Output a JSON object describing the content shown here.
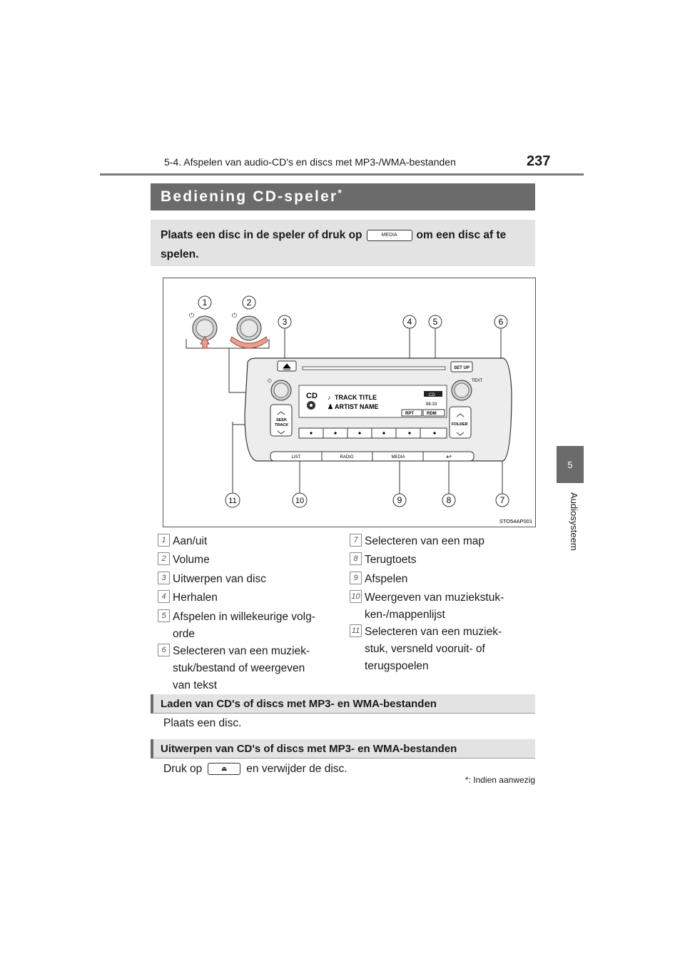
{
  "header": {
    "chapter": "5-4. Afspelen van audio-CD's en discs met MP3-/WMA-bestanden",
    "page_number": "237"
  },
  "side_tab": {
    "number": "5",
    "label": "Audiosysteem"
  },
  "title": {
    "text": "Bediening CD-speler",
    "star": "*"
  },
  "intro": {
    "before": "Plaats een disc in de speler of druk op",
    "key": "MEDIA",
    "after": "om een disc af te",
    "line2": "spelen."
  },
  "figure": {
    "code": "STO54AP001",
    "callouts": [
      "1",
      "2",
      "3",
      "4",
      "5",
      "6",
      "7",
      "8",
      "9",
      "10",
      "11"
    ],
    "display": {
      "source": "CD",
      "track": "TRACK TITLE",
      "artist": "ARTIST NAME",
      "badge": "CD",
      "counter": "88-33",
      "rpt": "RPT",
      "rdm": "RDM"
    },
    "buttons": {
      "setup": "SET UP",
      "text": "TEXT",
      "seek": "SEEK",
      "track": "TRACK",
      "folder": "FOLDER",
      "list": "LIST",
      "radio": "RADIO",
      "media": "MEDIA"
    }
  },
  "legend_left": [
    {
      "num": "1",
      "lines": [
        "Aan/uit"
      ]
    },
    {
      "num": "2",
      "lines": [
        "Volume"
      ]
    },
    {
      "num": "3",
      "lines": [
        "Uitwerpen van disc"
      ]
    },
    {
      "num": "4",
      "lines": [
        "Herhalen"
      ]
    },
    {
      "num": "5",
      "lines": [
        "Afspelen in willekeurige volg-",
        "orde"
      ]
    },
    {
      "num": "6",
      "lines": [
        "Selecteren van een muziek-",
        "stuk/bestand of weergeven",
        "van tekst"
      ]
    }
  ],
  "legend_right": [
    {
      "num": "7",
      "lines": [
        "Selecteren van een map"
      ]
    },
    {
      "num": "8",
      "lines": [
        "Terugtoets"
      ]
    },
    {
      "num": "9",
      "lines": [
        "Afspelen"
      ]
    },
    {
      "num": "10",
      "lines": [
        "Weergeven van muziekstuk-",
        "ken-/mappenlijst"
      ]
    },
    {
      "num": "11",
      "lines": [
        "Selecteren van een muziek-",
        "stuk, versneld vooruit- of",
        "terugspoelen"
      ]
    }
  ],
  "section1": {
    "heading": "Laden van CD's of discs met MP3- en WMA-bestanden",
    "body": "Plaats een disc."
  },
  "section2": {
    "heading": "Uitwerpen van CD's of discs met MP3- en WMA-bestanden",
    "before": "Druk op",
    "after": "en verwijder de disc."
  },
  "footnote": {
    "star": "*",
    "text": ": Indien aanwezig"
  }
}
